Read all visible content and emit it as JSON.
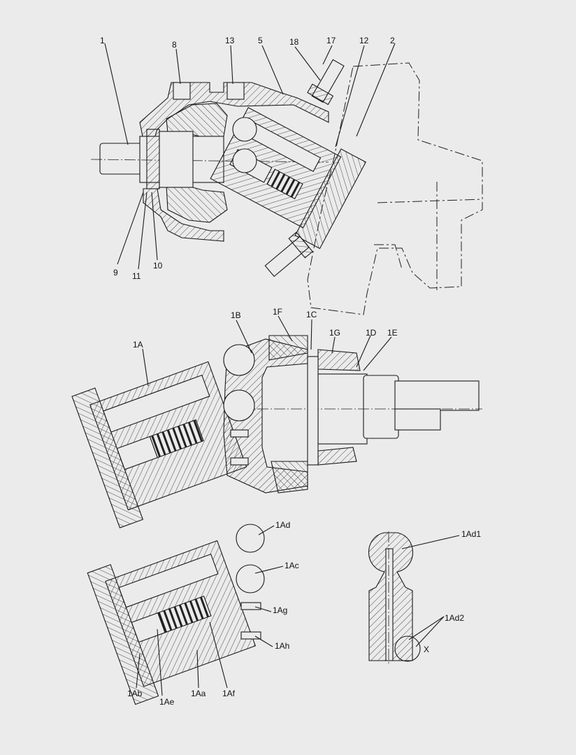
{
  "labels": {
    "top": [
      "1",
      "8",
      "13",
      "5",
      "18",
      "17",
      "12",
      "2",
      "9",
      "11",
      "10"
    ],
    "middle": [
      "1B",
      "1F",
      "1C",
      "1A",
      "1G",
      "1D",
      "1E"
    ],
    "bottom_left": [
      "1Ad",
      "1Ac",
      "1Ag",
      "1Ah",
      "1Ab",
      "1Ae",
      "1Aa",
      "1Af"
    ],
    "bottom_right": [
      "1Ad1",
      "1Ad2",
      "X"
    ]
  },
  "colors": {
    "background": "#ebebeb",
    "line": "#1a1a1a"
  }
}
